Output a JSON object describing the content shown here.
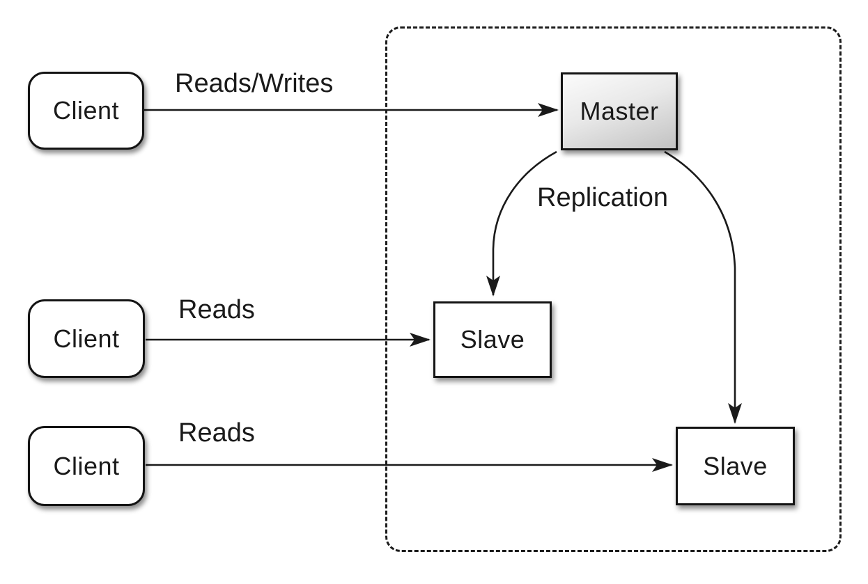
{
  "diagram": {
    "type": "architecture-diagram",
    "topic": "database master-slave replication",
    "nodes": {
      "client1": {
        "label": "Client"
      },
      "client2": {
        "label": "Client"
      },
      "client3": {
        "label": "Client"
      },
      "master": {
        "label": "Master"
      },
      "slave1": {
        "label": "Slave"
      },
      "slave2": {
        "label": "Slave"
      }
    },
    "edges": {
      "client1_to_master": {
        "label": "Reads/Writes",
        "style": "straight-arrow"
      },
      "client2_to_slave1": {
        "label": "Reads",
        "style": "straight-arrow"
      },
      "client3_to_slave2": {
        "label": "Reads",
        "style": "straight-arrow"
      },
      "master_to_slave1": {
        "label": "Replication",
        "style": "curved-arrow"
      },
      "master_to_slave2": {
        "label": "",
        "style": "curved-arrow"
      }
    },
    "containers": {
      "replication_zone": {
        "border_style": "dashed",
        "contains": [
          "master",
          "slave1",
          "slave2"
        ]
      }
    },
    "colors": {
      "background": "#ffffff",
      "line": "#1a1a1a",
      "box_border": "#141414",
      "box_fill": "#ffffff",
      "master_fill_top": "#fbfbfb",
      "master_fill_bottom": "#c2c2c2",
      "text": "#1a1a1a"
    }
  }
}
